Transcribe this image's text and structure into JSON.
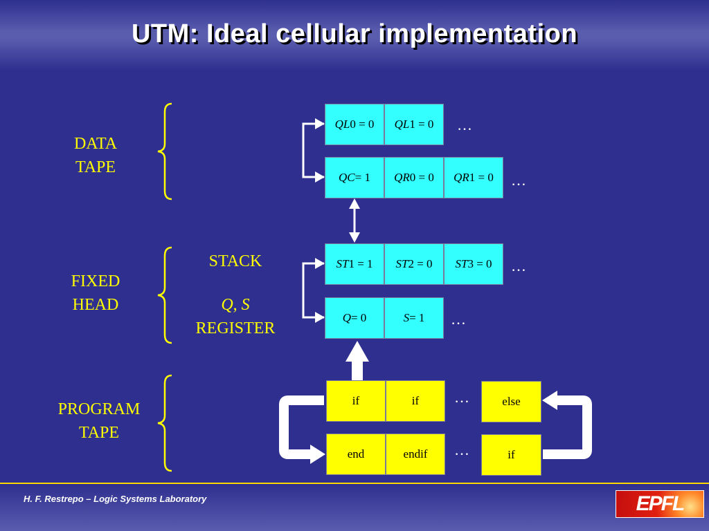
{
  "title": "UTM: Ideal cellular implementation",
  "sections": {
    "data_tape": "DATA\nTAPE",
    "fixed_head": "FIXED\nHEAD",
    "program_tape": "PROGRAM\nTAPE"
  },
  "stack_label": "STACK",
  "register_label": {
    "q": "Q",
    "sep": ", ",
    "s": "S",
    "word": "REGISTER"
  },
  "cells": {
    "ql0": {
      "var": "QL",
      "rest": "0 = 0"
    },
    "ql1": {
      "var": "QL",
      "rest": "1 = 0"
    },
    "qc": {
      "var": "QC",
      "rest": " = 1"
    },
    "qr0": {
      "var": "QR",
      "rest": "0 = 0"
    },
    "qr1": {
      "var": "QR",
      "rest": "1 = 0"
    },
    "st1": {
      "var": "ST",
      "rest": "1 = 1"
    },
    "st2": {
      "var": "ST",
      "rest": "2 = 0"
    },
    "st3": {
      "var": "ST",
      "rest": "3 = 0"
    },
    "q": {
      "var": "Q",
      "rest": " = 0"
    },
    "s": {
      "var": "S",
      "rest": " = 1"
    }
  },
  "program_cells": {
    "if1": "if",
    "if2": "if",
    "else": "else",
    "end": "end",
    "endif": "endif",
    "if3": "if"
  },
  "ellipsis": "…",
  "footer": "H. F. Restrepo – Logic Systems Laboratory",
  "logo_text": "EPFL",
  "colors": {
    "background": "#2e2f8f",
    "label": "#ffff00",
    "cell_cyan": "#33ffff",
    "cell_yellow": "#ffff00",
    "footer_line": "#ffd800"
  }
}
